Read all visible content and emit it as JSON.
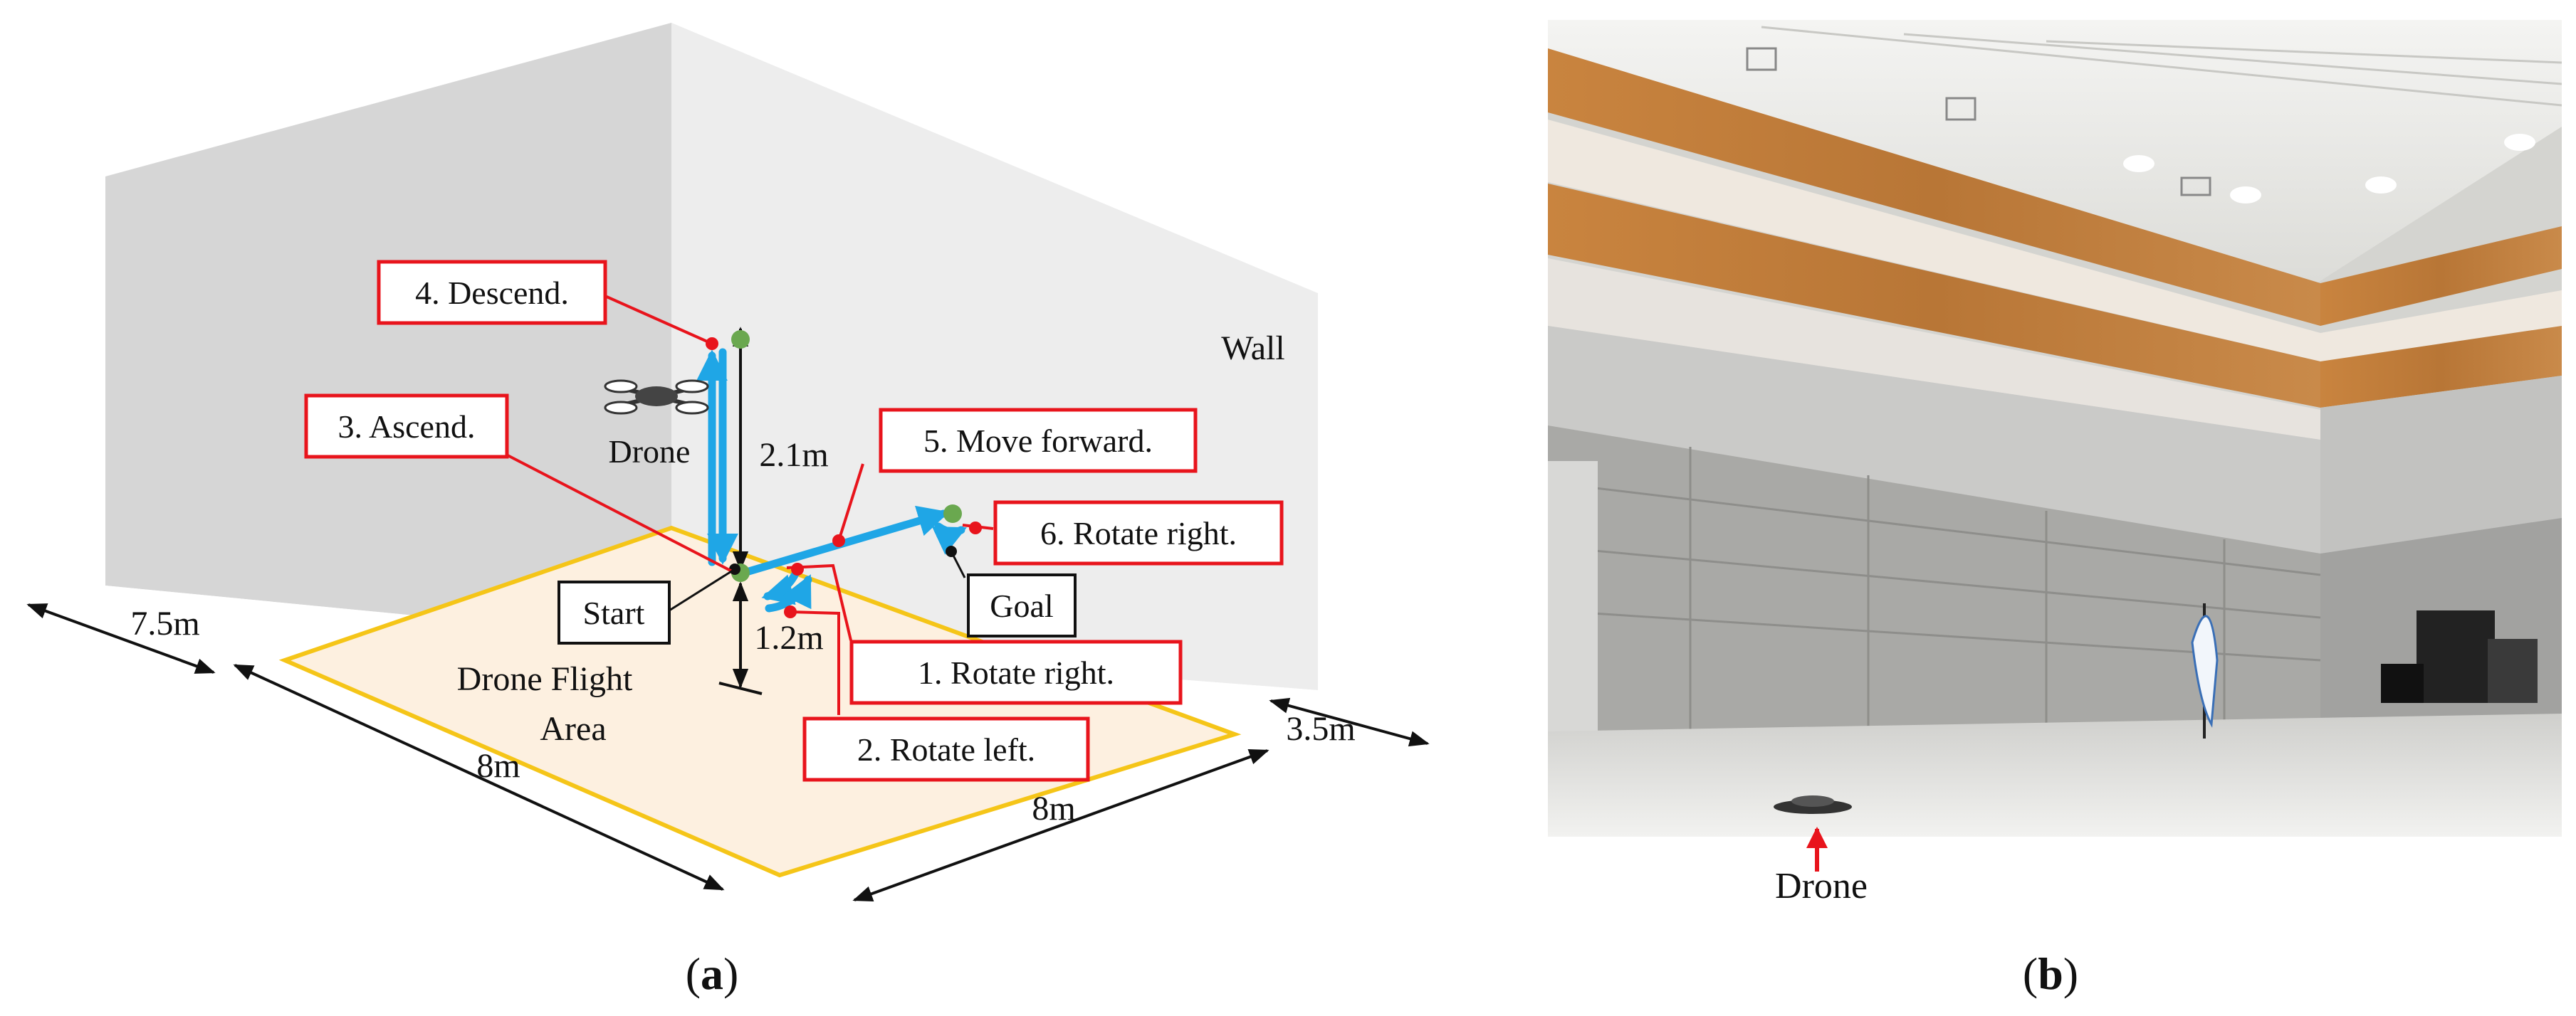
{
  "panel_a": {
    "wall_label": "Wall",
    "drone_label": "Drone",
    "start_label": "Start",
    "goal_label": "Goal",
    "area_label_line1": "Drone Flight",
    "area_label_line2": "Area",
    "dimensions": {
      "left_depth": "7.5m",
      "right_depth": "3.5m",
      "area_side_left": "8m",
      "area_side_right": "8m",
      "start_height": "1.2m",
      "ascend_height": "2.1m"
    },
    "steps": [
      "1. Rotate right.",
      "2. Rotate left.",
      "3. Ascend.",
      "4. Descend.",
      "5. Move forward.",
      "6. Rotate right."
    ],
    "caption": {
      "open": "(",
      "letter": "a",
      "close": ")"
    }
  },
  "panel_b": {
    "drone_label": "Drone",
    "caption": {
      "open": "(",
      "letter": "b",
      "close": ")"
    }
  },
  "colors": {
    "path": "#1fa6e6",
    "callout_border": "#e8141c",
    "area_border": "#f5c518",
    "area_fill": "#fdf0e0",
    "wall": "#d9d9d9",
    "node": "#6aa84f"
  }
}
